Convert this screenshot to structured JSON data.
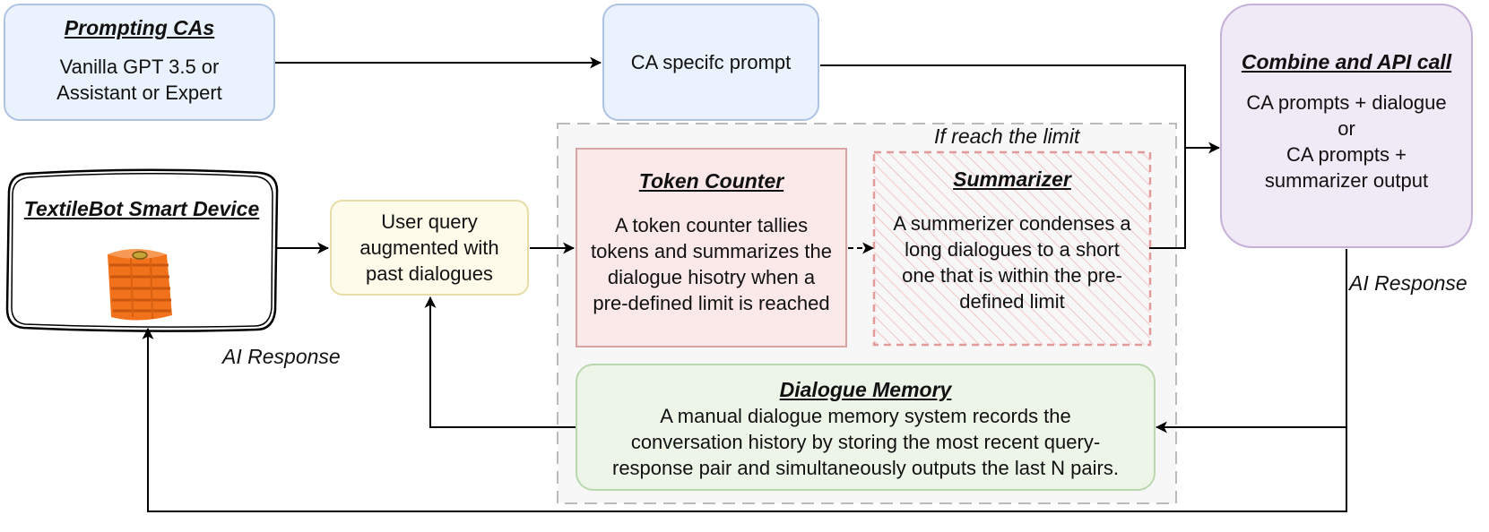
{
  "prompting": {
    "title": "Prompting CAs",
    "line1": "Vanilla GPT 3.5 or",
    "line2": "Assistant or Expert"
  },
  "ca_prompt": {
    "label": "CA specifc prompt"
  },
  "combine": {
    "title": "Combine and API call",
    "line1": "CA prompts + dialogue",
    "line2": "or",
    "line3": "CA prompts +",
    "line4": "summarizer output"
  },
  "device": {
    "title": "TextileBot Smart Device"
  },
  "user_query": {
    "line1": "User query",
    "line2": "augmented with",
    "line3": "past dialogues"
  },
  "token_counter": {
    "title": "Token Counter",
    "line1": "A token counter tallies",
    "line2": "tokens and summarizes the",
    "line3": "dialogue hisotry when a",
    "line4": "pre-defined limit is reached"
  },
  "summarizer": {
    "title": "Summarizer",
    "line1": "A summerizer condenses a",
    "line2": "long dialogues to a short",
    "line3": "one that is within the pre-",
    "line4": "defined limit"
  },
  "memory": {
    "title": "Dialogue Memory",
    "line1": "A manual dialogue memory system records the",
    "line2": "conversation history by storing the most recent query-",
    "line3": "response pair and simultaneously outputs the last N pairs."
  },
  "labels": {
    "limit": "If reach the limit",
    "ai_response_right": "AI Response",
    "ai_response_left": "AI Response"
  },
  "colors": {
    "blue_fill": "#eaf2fd",
    "blue_stroke": "#aec3e3",
    "purple_fill": "#f0e9f6",
    "purple_stroke": "#c5b0d8",
    "yellow_fill": "#fefbea",
    "yellow_stroke": "#e8dda7",
    "red_fill": "#fbe8e8",
    "red_stroke": "#d9a4a4",
    "green_fill": "#edf5e9",
    "green_stroke": "#b9d8ad",
    "dashed_region": "#bbbbbb",
    "basket": "#f2721c"
  }
}
